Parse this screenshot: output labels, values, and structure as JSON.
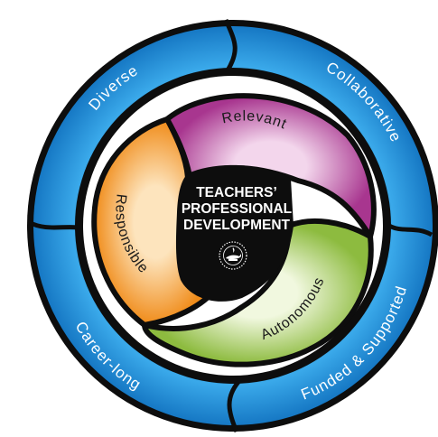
{
  "diagram": {
    "center": {
      "title_lines": [
        "TEACHERS’",
        "PROFESSIONAL",
        "DEVELOPMENT"
      ],
      "logo_icon": "lamp-of-learning-seal-icon"
    },
    "inner_attributes": [
      {
        "label": "Relevant",
        "color": "#a8368f"
      },
      {
        "label": "Autonomous",
        "color": "#a9cc62"
      },
      {
        "label": "Responsible",
        "color": "#f5a033"
      }
    ],
    "outer_attributes": [
      {
        "label": "Diverse"
      },
      {
        "label": "Collaborative"
      },
      {
        "label": "Funded & Supported"
      },
      {
        "label": "Career-long"
      }
    ],
    "colors": {
      "ring_blue": "#1e8fd6",
      "ring_blue_light": "#5fc0f2",
      "outline": "#0d0d0d",
      "center": "#0d0d0d"
    }
  }
}
